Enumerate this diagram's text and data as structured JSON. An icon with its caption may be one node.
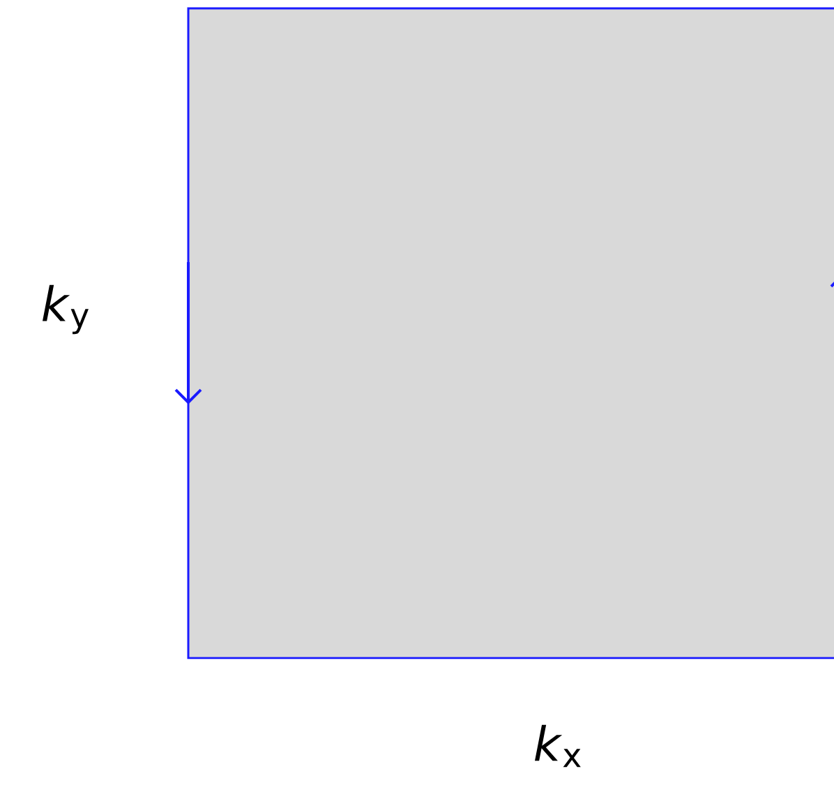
{
  "diagram": {
    "nodes": [
      {
        "text": [],
        "shape": "box"
      }
    ],
    "labels": [
      "*k*$_{y}$",
      "*k*$_{x}$"
    ]
  }
}
